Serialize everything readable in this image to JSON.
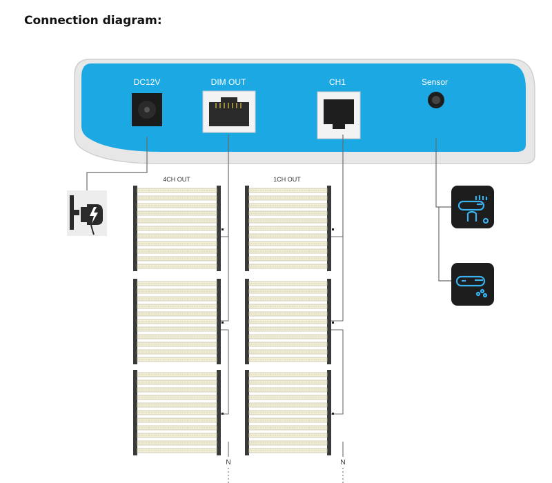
{
  "title": "Connection diagram:",
  "controller": {
    "body_color": "#1ca8e2",
    "ports": [
      {
        "label": "DC12V",
        "type": "dc-jack"
      },
      {
        "label": "DIM OUT",
        "type": "rj45"
      },
      {
        "label": "CH1",
        "type": "rj11"
      },
      {
        "label": "Sensor",
        "type": "audio-jack"
      }
    ]
  },
  "light_banks": [
    {
      "label": "4CH OUT",
      "panels": 3,
      "chain_end": "N"
    },
    {
      "label": "1CH OUT",
      "panels": 3,
      "chain_end": "N"
    }
  ],
  "accessories": [
    {
      "icon": "power-adapter-icon"
    },
    {
      "icon": "temperature-humidity-sensor-icon"
    },
    {
      "icon": "temperature-sensor-probe-icon"
    }
  ]
}
